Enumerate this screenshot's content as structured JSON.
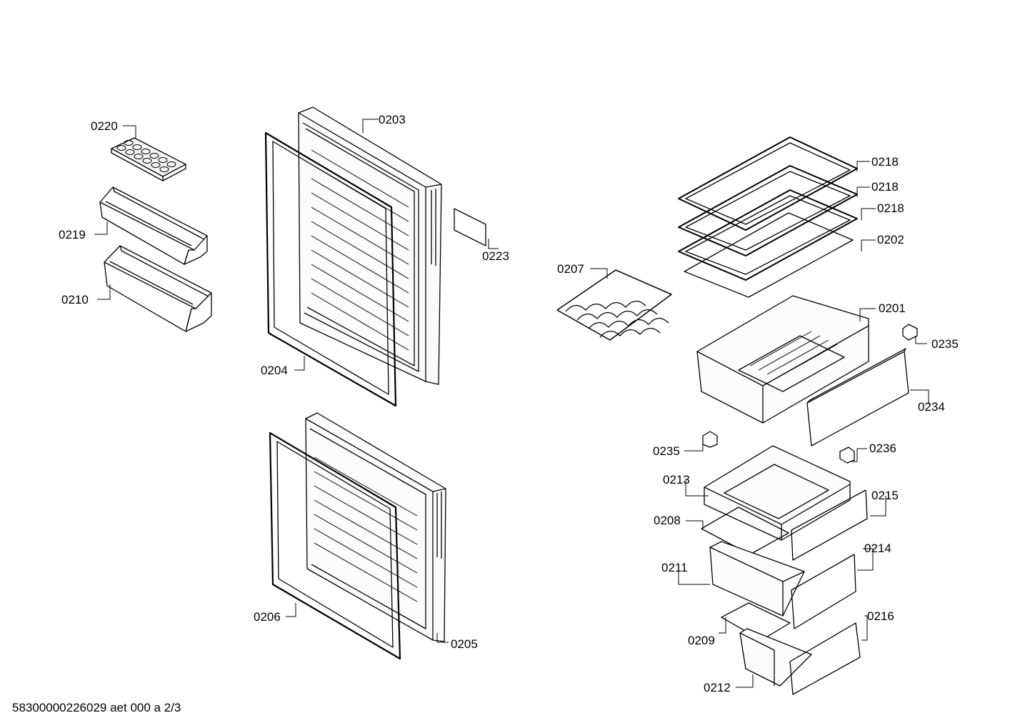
{
  "labels": {
    "p0220": "0220",
    "p0219": "0219",
    "p0210": "0210",
    "p0203": "0203",
    "p0204": "0204",
    "p0223": "0223",
    "p0205": "0205",
    "p0206": "0206",
    "p0218a": "0218",
    "p0218b": "0218",
    "p0218c": "0218",
    "p0202": "0202",
    "p0207": "0207",
    "p0201": "0201",
    "p0235a": "0235",
    "p0234": "0234",
    "p0235b": "0235",
    "p0236": "0236",
    "p0213": "0213",
    "p0215": "0215",
    "p0208": "0208",
    "p0214": "0214",
    "p0211": "0211",
    "p0216": "0216",
    "p0209": "0209",
    "p0212": "0212"
  },
  "footer": {
    "text": "58300000226029 aet 000 a 2/3"
  }
}
